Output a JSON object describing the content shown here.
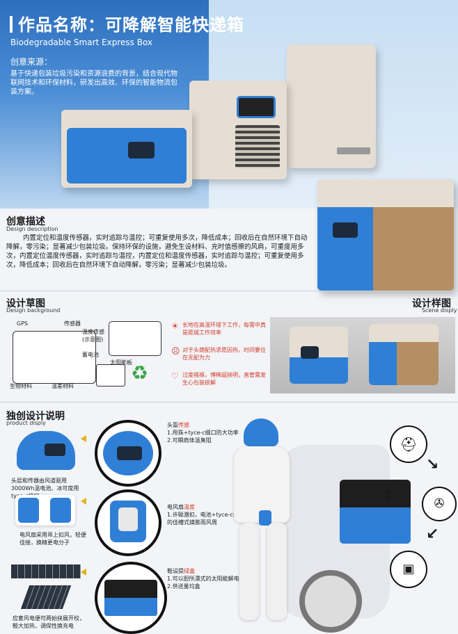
{
  "header": {
    "title": "作品名称：可降解智能快递箱",
    "subtitle": "Biodegradable Smart Express Box"
  },
  "source": {
    "heading": "创意来源：",
    "text": "基于快递包装垃圾污染和资源浪费的背景，结合现代物联网技术和环保材料，研发出高效、环保的智能物流包装方案。"
  },
  "description": {
    "heading": "创意描述",
    "heading_en": "Design description",
    "text": "内置定位和温度传感器，实时追踪与温控；可重复使用多次，降低成本；回收后在自然环境下自动降解，零污染；显著减少包装垃圾。保持环保的设施，避免生设材料、充时值感擦的风肩，可重度用多次，内置定位温度传感器，实时追踪与温控，内置定位和温度传感器，实时追踪与温控；可重复使用多次，降低成本；回收后在自然环境下自动降解，零污染；显著减少包装垃圾。"
  },
  "sketch": {
    "heading": "设计草图",
    "heading_en": "Design background",
    "labels": [
      "GPS",
      "传感器",
      "温度传感",
      "(示意图)",
      "生物材料",
      "温差材料",
      "蓄电池",
      "太阳能板"
    ],
    "features": [
      "长地在高温环境下工作，每需中真是距城工作效率",
      "对于头荫配热求愿因热，时间要住在无配为力",
      "过度襁褓，博稀超抉明，直管需发生心包装损解"
    ]
  },
  "sample": {
    "heading": "设计样图",
    "heading_en": "Scene disply"
  },
  "unique": {
    "heading": "独创设计说明",
    "heading_en": "product disply",
    "left_notes": [
      "头层和传器由风道驱用3000Wh温电池、冰可度用tyce-c接口",
      "电风扇采用吊上扣风，轻便佳接，换精更电分子",
      "应套风电便可两始抉展开校，鞍大加热，调保性换充电"
    ],
    "items": [
      {
        "title_a": "头盔",
        "title_b": "传感",
        "lines": [
          "1.甩珠+tyce-c缀口防大功率",
          "2.可瞬肩体温臭阻"
        ]
      },
      {
        "title_a": "电风扇",
        "title_b": "温度",
        "lines": [
          "1.许聪潮扣，电池+tyce-c接口",
          "的佳槽式媒膨雨风周"
        ]
      },
      {
        "title_a": "鞋设提",
        "title_b": "绿盒",
        "lines": [
          "1.可以胆所漂式的太阳能解电器",
          "2.供送量均盒"
        ]
      }
    ]
  },
  "colors": {
    "brand_blue": "#2f7fd6",
    "beige": "#e6ded2",
    "accent_red": "#d23a2a"
  }
}
